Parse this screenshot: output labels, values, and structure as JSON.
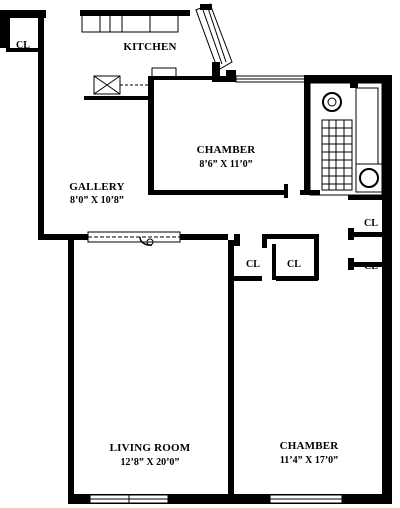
{
  "plan": {
    "rooms": {
      "kitchen": "KITCHEN",
      "chamber_small": "CHAMBER",
      "chamber_small_dim": "8’6” X 11’0”",
      "gallery": "GALLERY",
      "gallery_dim": "8’0” X 10’8”",
      "living": "LIVING ROOM",
      "living_dim": "12’8” X 20’0”",
      "chamber_large": "CHAMBER",
      "chamber_large_dim": "11’4” X 17’0”"
    },
    "closets": {
      "cl_top_left": "CL",
      "cl_right_upper": "CL",
      "cl_center_left": "CL",
      "cl_center_right": "CL",
      "cl_right_lower": "CL"
    }
  }
}
